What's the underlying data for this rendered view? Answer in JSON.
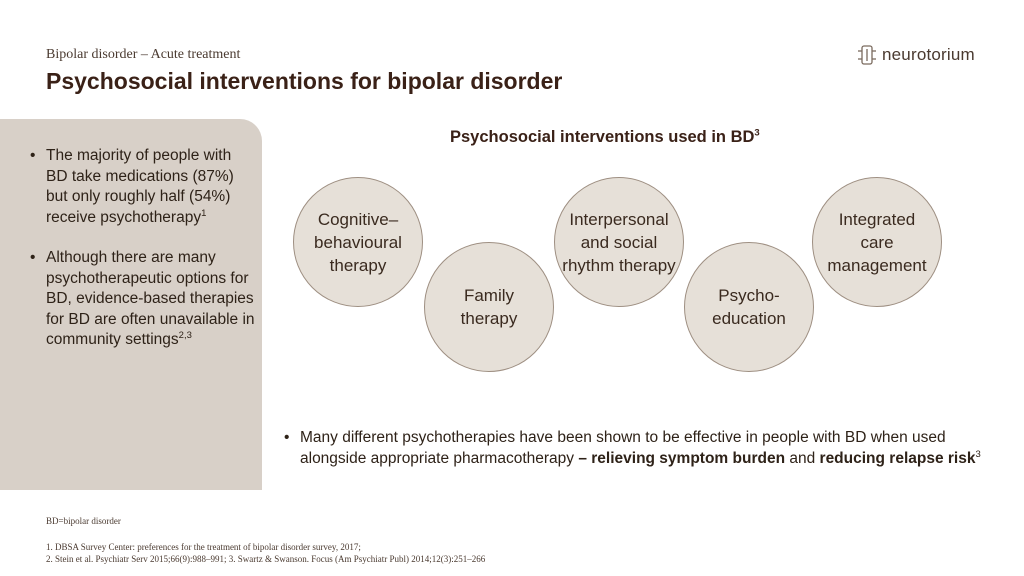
{
  "header": {
    "subtitle": "Bipolar disorder – Acute treatment",
    "title": "Psychosocial interventions for bipolar disorder",
    "logo_text": "neurotorium"
  },
  "sidebar": {
    "bullet1": {
      "text": "The majority of people with BD take medications (87%) but only roughly half (54%) receive psychotherapy",
      "ref": "1"
    },
    "bullet2": {
      "text": "Although  there are many psychotherapeutic options for BD, evidence-based therapies for BD are often unavailable  in community  settings",
      "ref": "2,3"
    }
  },
  "diagram": {
    "title": "Psychosocial interventions used in BD",
    "title_ref": "3",
    "circles": [
      {
        "label": "Cognitive–\nbehavioural\ntherapy"
      },
      {
        "label": "Family\ntherapy"
      },
      {
        "label": "Interpersonal\nand social\nrhythm therapy"
      },
      {
        "label": "Psycho-\neducation"
      },
      {
        "label": "Integrated\ncare\nmanagement"
      }
    ]
  },
  "bottom": {
    "text_plain": "Many different psychotherapies have been shown to be effective in people with BD when used alongside appropriate pharmacotherapy ",
    "text_bold1": "– relieving symptom burden",
    "text_and": " and ",
    "text_bold2": "reducing relapse risk",
    "ref": "3"
  },
  "footnotes": {
    "abbrev": "BD=bipolar disorder",
    "ref1": "1. DBSA Survey Center: preferences for the treatment of bipolar disorder survey, 2017;",
    "ref2": "2. Stein et al. Psychiatr Serv 2015;66(9):988–991;  3. Swartz & Swanson. Focus (Am Psychiatr Publ) 2014;12(3):251–266"
  },
  "colors": {
    "title": "#3a2117",
    "sidebar_bg": "#d8d0c8",
    "circle_fill": "#e6e0d8",
    "circle_border": "#9e8f82"
  }
}
